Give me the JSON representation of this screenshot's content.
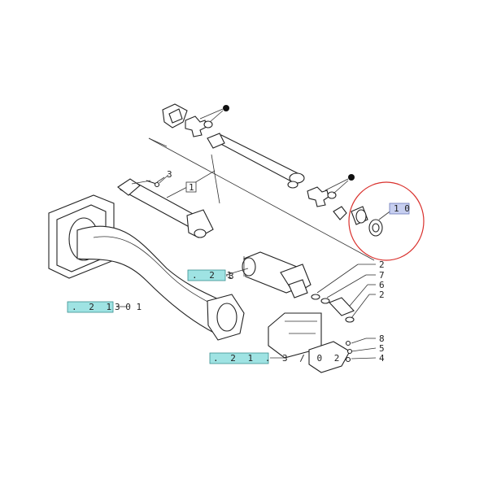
{
  "callouts": {
    "c3_top": "3",
    "c1_box": "1",
    "c2_upper": "2",
    "c7": "7",
    "c6": "6",
    "c2_lower": "2",
    "c8": "8",
    "c5": "5",
    "c4": "4",
    "c10": "1 0",
    "c3_mid": "3",
    "c301": "3 0 1"
  },
  "refs": {
    "ref_mid": ". 2 1",
    "ref_left": ". 2 1",
    "ref_bottom": ". 2 1 . 3 / 0 2"
  },
  "colors": {
    "highlight_circle": "#d9302c",
    "ref_fill_teal": "#9fe3e3",
    "ref_fill_blue": "#c7cff0",
    "line": "#222222"
  }
}
